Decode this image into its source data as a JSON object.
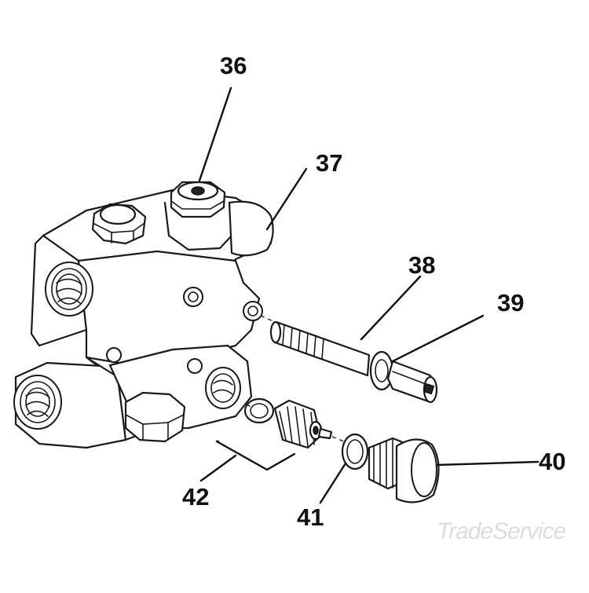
{
  "diagram": {
    "callouts": [
      {
        "id": "36",
        "label": "36"
      },
      {
        "id": "37",
        "label": "37"
      },
      {
        "id": "38",
        "label": "38"
      },
      {
        "id": "39",
        "label": "39"
      },
      {
        "id": "40",
        "label": "40"
      },
      {
        "id": "41",
        "label": "41"
      },
      {
        "id": "42",
        "label": "42"
      }
    ],
    "watermark": "TradeService"
  }
}
